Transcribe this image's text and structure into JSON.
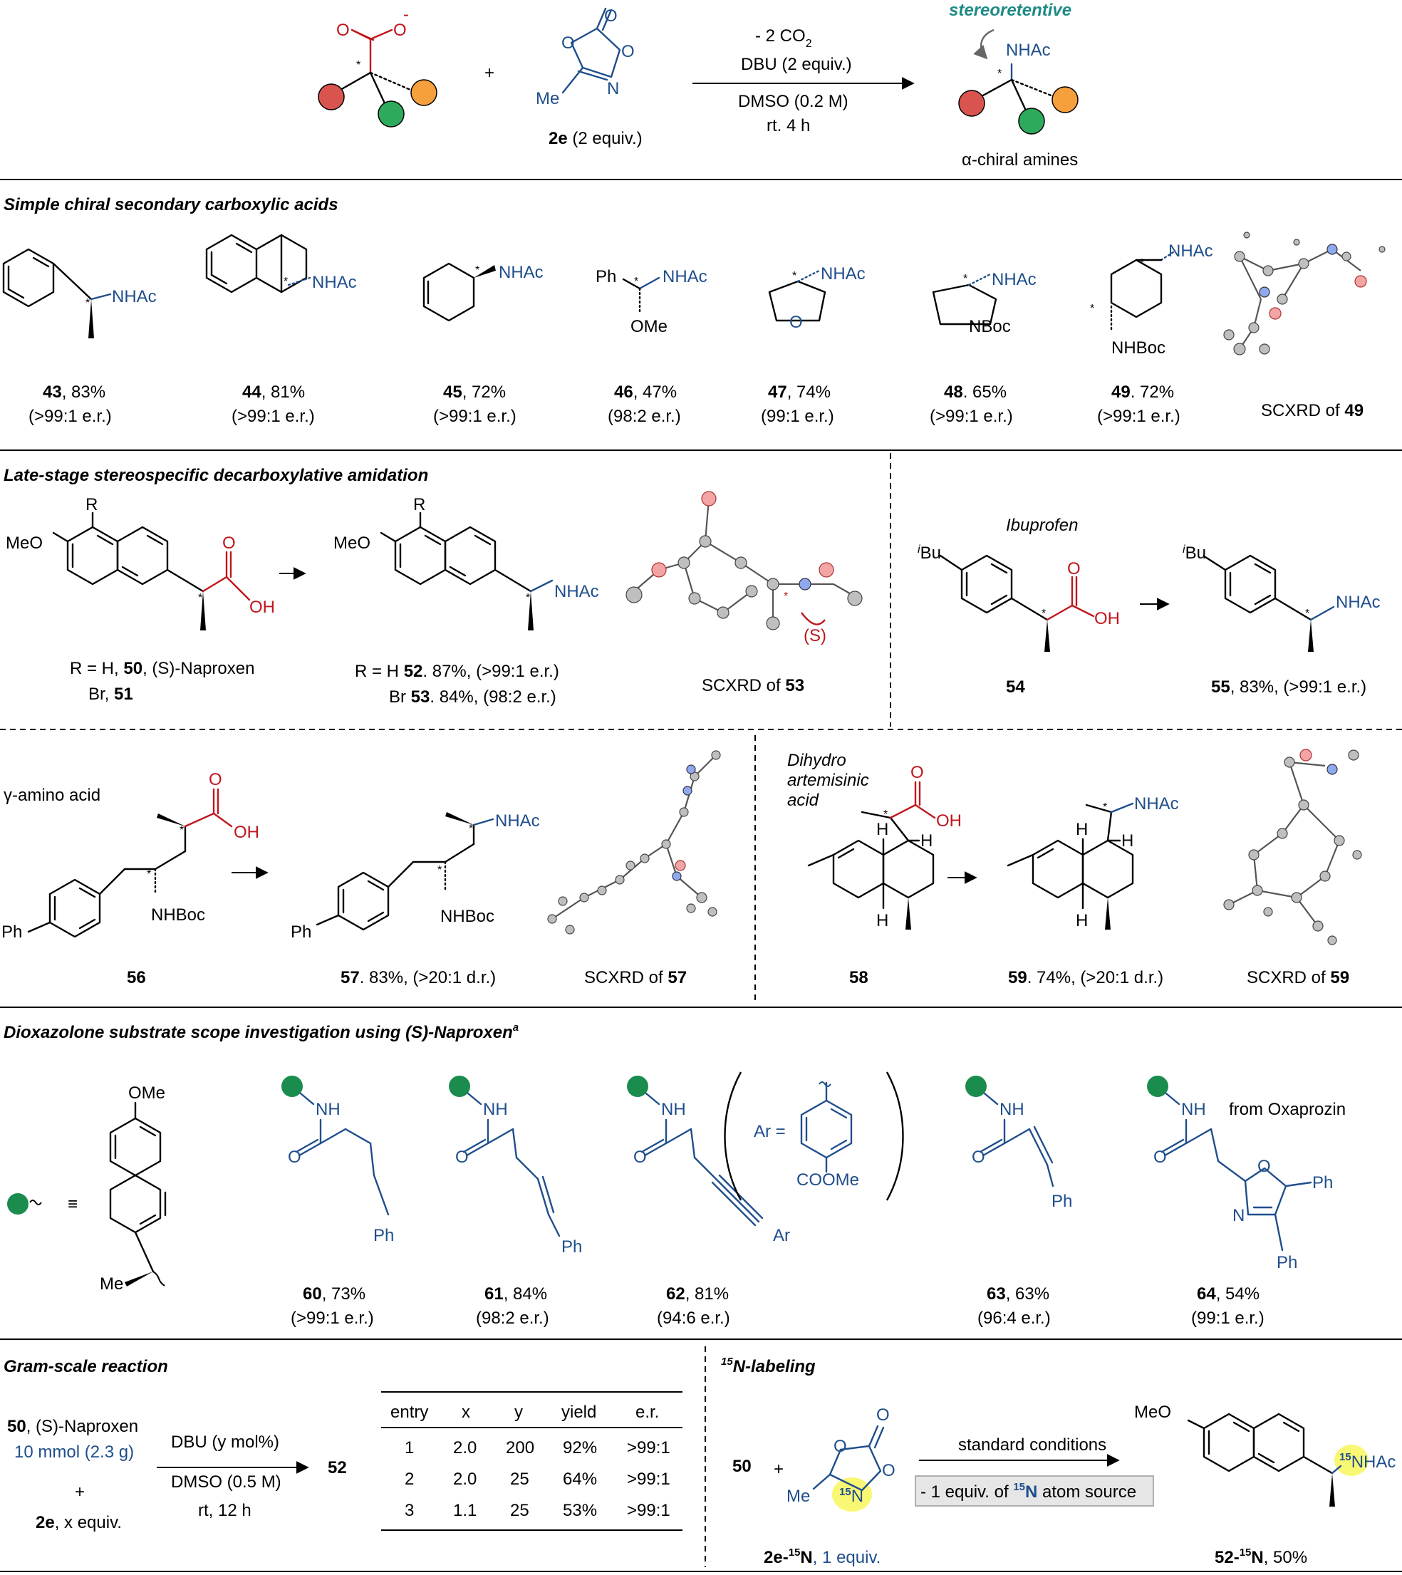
{
  "top": {
    "label": "stereoretentive",
    "reagent": "2e",
    "reagent_equiv": " (2 equiv.)",
    "cond1": "- 2 CO",
    "cond1_sub": "2",
    "cond2": "DBU (2 equiv.)",
    "cond3": "DMSO (0.2 M)",
    "cond4": "rt. 4 h",
    "product_label": "α-chiral amines",
    "nhac": "NHAc",
    "me": "Me",
    "o": "O",
    "n": "N",
    "plus": "+"
  },
  "sec1": {
    "title": "Simple chiral secondary carboxylic acids",
    "compounds": [
      {
        "id": "43",
        "yield": ", 83%",
        "er": "(>99:1 e.r.)"
      },
      {
        "id": "44",
        "yield": ", 81%",
        "er": "(>99:1 e.r.)"
      },
      {
        "id": "45",
        "yield": ", 72%",
        "er": "(>99:1 e.r.)"
      },
      {
        "id": "46",
        "yield": ", 47%",
        "er": "(98:2 e.r.)"
      },
      {
        "id": "47",
        "yield": ", 74%",
        "er": "(99:1 e.r.)"
      },
      {
        "id": "48",
        "yield": ". 65%",
        "er": "(>99:1 e.r.)"
      },
      {
        "id": "49",
        "yield": ". 72%",
        "er": "(>99:1 e.r.)"
      }
    ],
    "scxrd_prefix": "SCXRD of ",
    "scxrd_id": "49",
    "ph": "Ph",
    "ome": "OMe",
    "nboc": "NBoc",
    "nhboc": "NHBoc"
  },
  "sec2": {
    "title": "Late-stage stereospecific decarboxylative amidation",
    "meo": "MeO",
    "r": "R",
    "oh": "OH",
    "o": "O",
    "r_line1_prefix": "R = H, ",
    "r_line1_id": "50",
    "r_line1_suffix": ", (S)-Naproxen",
    "r_line2_prefix": "Br, ",
    "r_line2_id": "51",
    "p_line1_prefix": "R = H  ",
    "p_line1_id": "52",
    "p_line1_suffix": ". 87%, (>99:1 e.r.)",
    "p_line2_prefix": "Br  ",
    "p_line2_id": "53",
    "p_line2_suffix": ". 84%, (98:2 e.r.)",
    "scxrd_prefix": "SCXRD of ",
    "scxrd_id": "53",
    "s_label": "(S)",
    "ibuprofen": "Ibuprofen",
    "ibu": "Bu",
    "ibu_i": "i",
    "sm_id": "54",
    "prod_id": "55",
    "prod_suffix": ", 83%, (>99:1 e.r.)"
  },
  "sec3": {
    "gamma": "γ-amino acid",
    "ph": "Ph",
    "nhboc": "NHBoc",
    "sm_id": "56",
    "prod_id": "57",
    "prod_suffix": ". 83%, (>20:1 d.r.)",
    "scxrd_prefix": "SCXRD of ",
    "scxrd_id": "57",
    "dha1": "Dihydro",
    "dha2": "artemisinic",
    "dha3": "acid",
    "h": "H",
    "sm2_id": "58",
    "prod2_id": "59",
    "prod2_suffix": ". 74%, (>20:1 d.r.)",
    "scxrd2_id": "59"
  },
  "sec4": {
    "title": "Dioxazolone substrate scope investigation using (S)-Naproxen",
    "title_sup": "a",
    "equiv": "≡",
    "ome": "OMe",
    "me": "Me",
    "nh": "NH",
    "o": "O",
    "ph": "Ph",
    "ar": "Ar",
    "ar_eq": "Ar =",
    "coome": "COOMe",
    "n": "N",
    "from": "from Oxaprozin",
    "compounds": [
      {
        "id": "60",
        "yield": ", 73%",
        "er": "(>99:1 e.r.)"
      },
      {
        "id": "61",
        "yield": ", 84%",
        "er": "(98:2 e.r.)"
      },
      {
        "id": "62",
        "yield": ", 81%",
        "er": "(94:6 e.r.)"
      },
      {
        "id": "63",
        "yield": ", 63%",
        "er": "(96:4 e.r.)"
      },
      {
        "id": "64",
        "yield": ", 54%",
        "er": "(99:1 e.r.)"
      }
    ]
  },
  "sec5": {
    "title": "Gram-scale reaction",
    "sm_id": "50",
    "sm_name": ", (S)-Naproxen",
    "sm_amount": "10 mmol (2.3 g)",
    "plus": "+",
    "reagent_id": "2e",
    "reagent_eq": ", x equiv.",
    "cond1": "DBU (y mol%)",
    "cond2": "DMSO (0.5 M)",
    "cond3": "rt, 12 h",
    "product": "52",
    "table": {
      "headers": [
        "entry",
        "x",
        "y",
        "yield",
        "e.r."
      ],
      "rows": [
        [
          "1",
          "2.0",
          "200",
          "92%",
          ">99:1"
        ],
        [
          "2",
          "2.0",
          "25",
          "64%",
          ">99:1"
        ],
        [
          "3",
          "1.1",
          "25",
          "53%",
          ">99:1"
        ]
      ]
    }
  },
  "sec6": {
    "title_sup": "15",
    "title": "N-labeling",
    "sm_id": "50",
    "plus": "+",
    "me": "Me",
    "o": "O",
    "n15_sup": "15",
    "n": "N",
    "reagent_id": "2e-",
    "reagent_sup": "15",
    "reagent_n": "N",
    "reagent_eq": ", 1 equiv.",
    "cond": "standard conditions",
    "box_prefix": "- 1 equiv. of ",
    "box_sup": "15",
    "box_n": "N",
    "box_suffix": " atom source",
    "meo": "MeO",
    "nhac_sup": "15",
    "nhac": "NHAc",
    "product_id": "52-",
    "product_sup": "15",
    "product_n": "N",
    "product_yield": ", 50%"
  },
  "colors": {
    "substituent_red": "#d9534f",
    "substituent_green": "#2eaa5c",
    "substituent_orange": "#f5a03c",
    "naproxen_dot": "#1a8c4e",
    "highlight_yellow": "#f6f53a",
    "amide_blue": "#1f4e8c",
    "acid_red": "#c0161d",
    "label_teal": "#1d8a86"
  }
}
